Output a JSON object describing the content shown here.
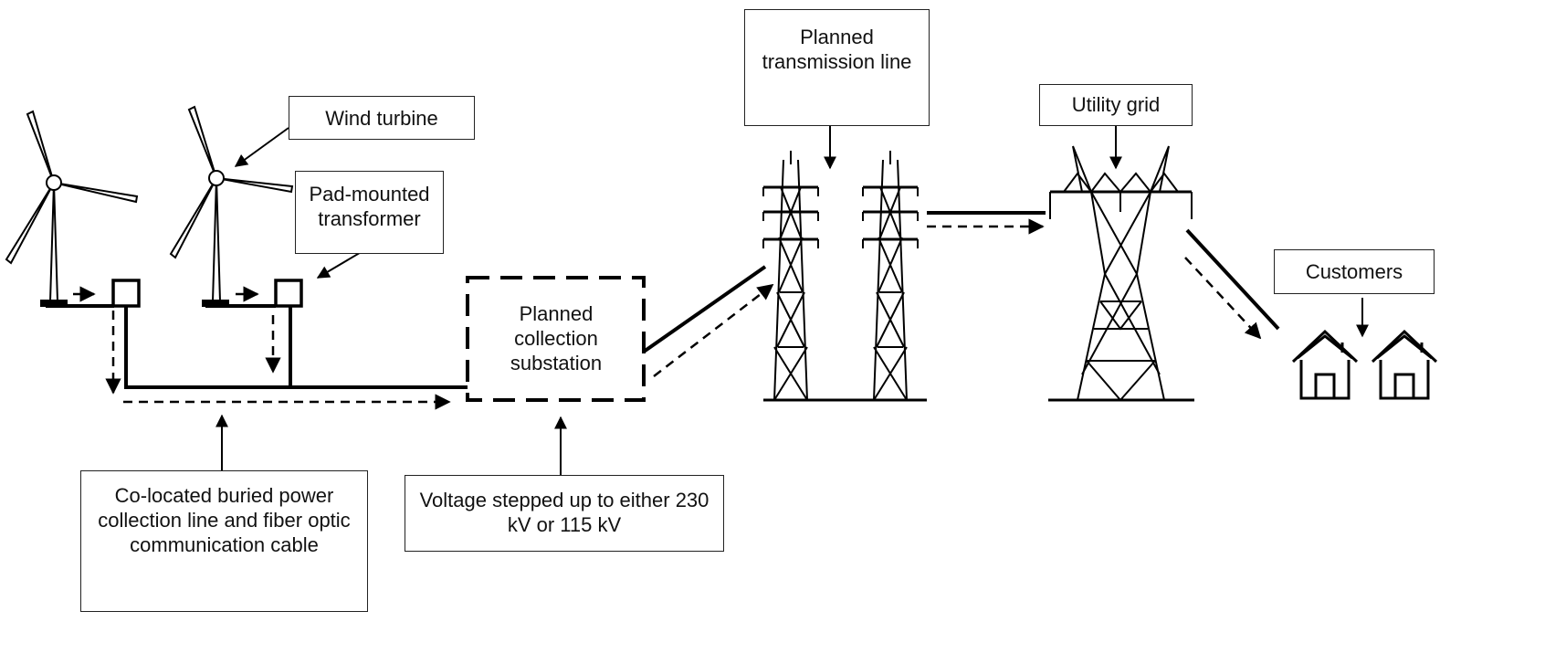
{
  "labels": {
    "wind_turbine": "Wind turbine",
    "pad_transformer": "Pad-mounted transformer",
    "substation": "Planned collection substation",
    "transmission_line": "Planned transmission line",
    "utility_grid": "Utility grid",
    "customers": "Customers",
    "buried_cable": "Co-located buried power collection line and fiber optic communication cable",
    "voltage": "Voltage stepped up to either 230 kV or 115 kV"
  },
  "colors": {
    "line": "#000000",
    "box_border": "#222222"
  },
  "icons": [
    "wind-turbine-icon",
    "transformer-icon",
    "substation-icon",
    "transmission-tower-icon",
    "utility-tower-icon",
    "house-icon"
  ]
}
